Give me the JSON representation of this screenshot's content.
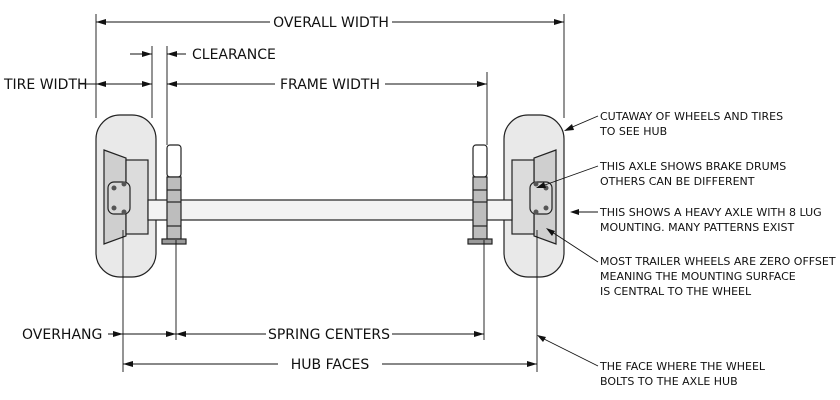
{
  "dimensions": {
    "overall_width": "OVERALL WIDTH",
    "clearance": "CLEARANCE",
    "tire_width": "TIRE WIDTH",
    "frame_width": "FRAME WIDTH",
    "overhang": "OVERHANG",
    "spring_centers": "SPRING CENTERS",
    "hub_faces": "HUB FACES"
  },
  "notes": {
    "cutaway": [
      "CUTAWAY OF WHEELS AND TIRES",
      "TO SEE HUB"
    ],
    "brake_drums": [
      "THIS AXLE SHOWS BRAKE DRUMS",
      "OTHERS CAN BE DIFFERENT"
    ],
    "lug_mounting": [
      "THIS SHOWS A HEAVY AXLE WITH 8 LUG",
      "MOUNTING. MANY PATTERNS EXIST"
    ],
    "zero_offset": [
      "MOST TRAILER WHEELS ARE ZERO OFFSET",
      "MEANING THE MOUNTING SURFACE",
      "IS CENTRAL TO THE WHEEL"
    ],
    "hub_face": [
      "THE FACE WHERE THE WHEEL",
      "BOLTS TO THE AXLE HUB"
    ]
  },
  "colors": {
    "tire": "#e9e9e9",
    "rim": "#cfcfcf",
    "axle": "#f3f3f3",
    "hub": "#d8d8d8"
  }
}
